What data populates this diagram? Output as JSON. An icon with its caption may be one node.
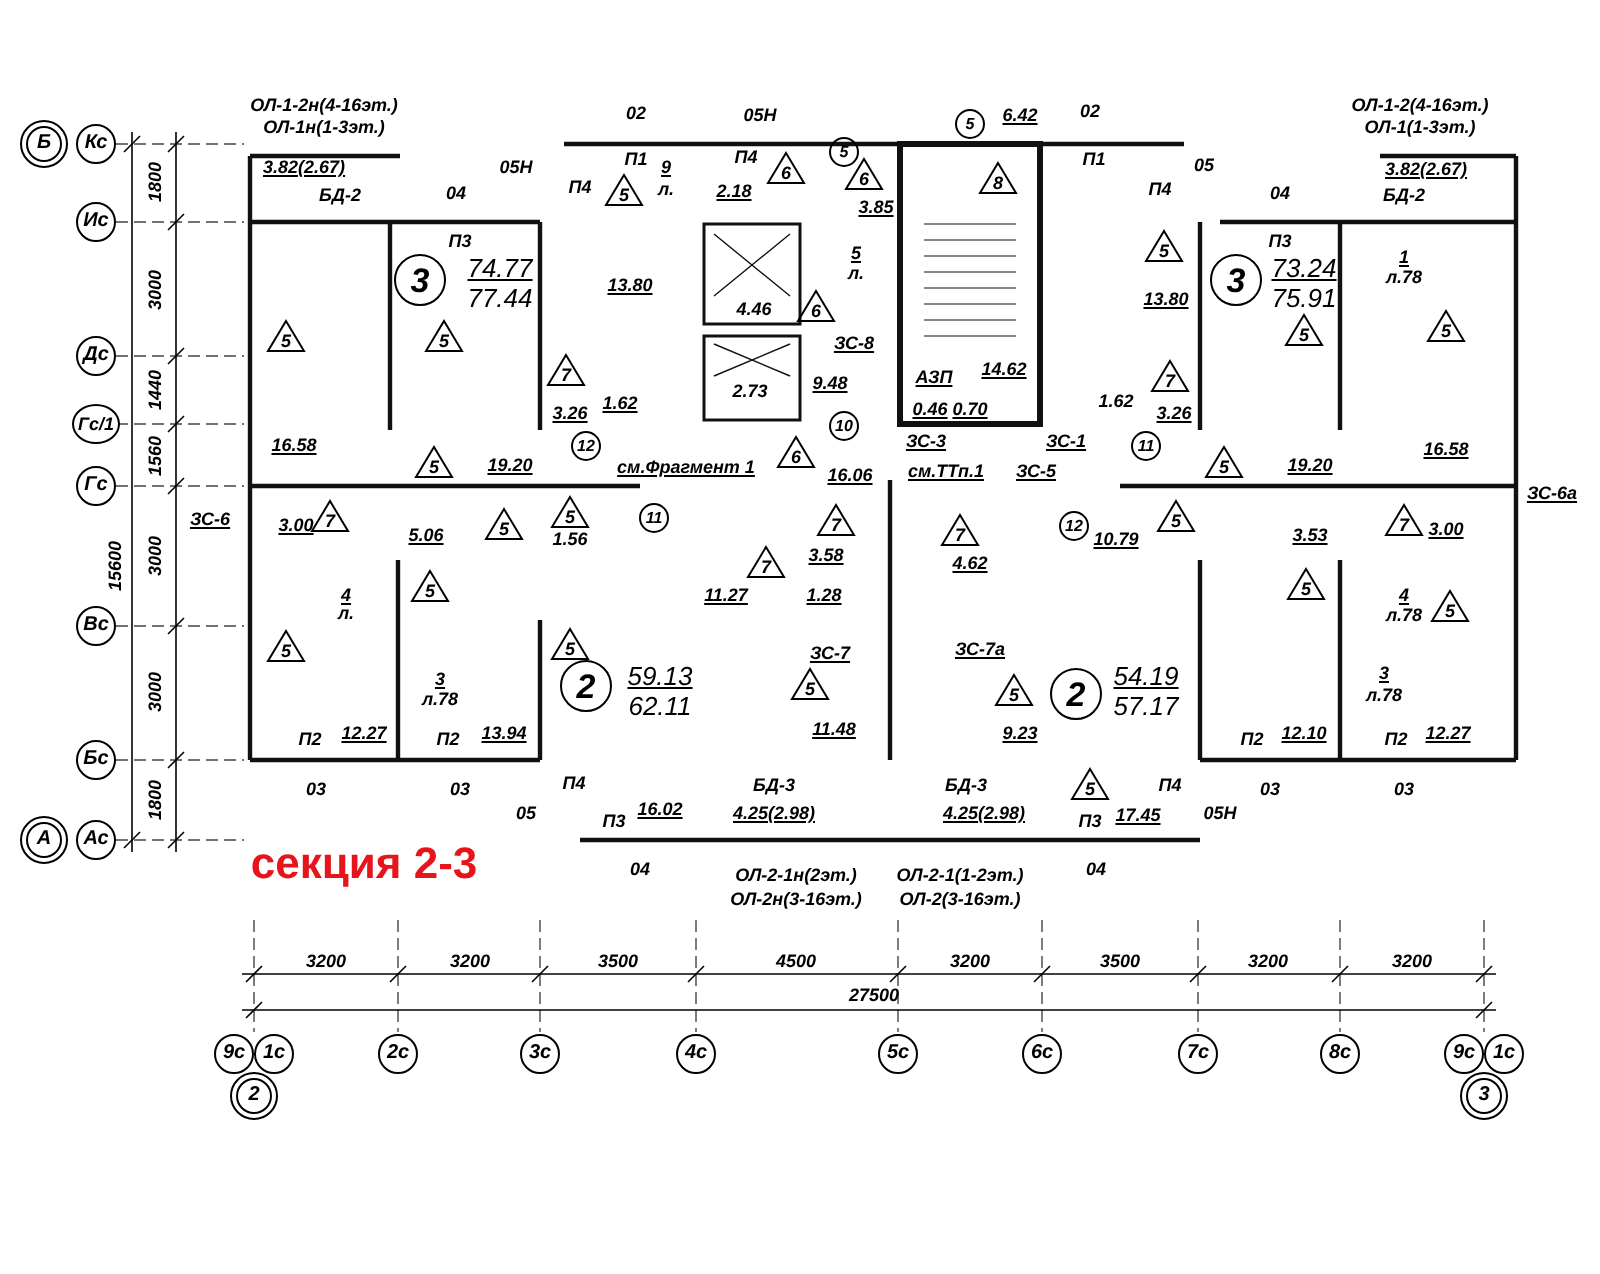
{
  "diagram": {
    "nodes": [
      {
        "text": [
          "Б"
        ]
      },
      {
        "text": [
          "Кс"
        ]
      },
      {
        "text": [
          "Ис"
        ]
      },
      {
        "text": [
          "Дс"
        ]
      },
      {
        "text": [
          "Гс/1"
        ]
      },
      {
        "text": [
          "Гс"
        ]
      },
      {
        "text": [
          "Вс"
        ]
      },
      {
        "text": [
          "Бс"
        ]
      },
      {
        "text": [
          "А"
        ]
      },
      {
        "text": [
          "Ас"
        ]
      },
      {
        "text": [
          "9с"
        ]
      },
      {
        "text": [
          "1с"
        ]
      },
      {
        "text": [
          "2"
        ]
      },
      {
        "text": [
          "2с"
        ]
      },
      {
        "text": [
          "3с"
        ]
      },
      {
        "text": [
          "4с"
        ]
      },
      {
        "text": [
          "5с"
        ]
      },
      {
        "text": [
          "6с"
        ]
      },
      {
        "text": [
          "7с"
        ]
      },
      {
        "text": [
          "8с"
        ]
      },
      {
        "text": [
          "9с"
        ]
      },
      {
        "text": [
          "1с"
        ]
      },
      {
        "text": [
          "3"
        ]
      },
      {
        "text": [
          "3"
        ]
      },
      {
        "text": [
          "3"
        ]
      },
      {
        "text": [
          "2"
        ]
      },
      {
        "text": [
          "2"
        ]
      },
      {
        "text": [
          "5"
        ]
      },
      {
        "text": [
          "5"
        ]
      },
      {
        "text": [
          "12"
        ]
      },
      {
        "text": [
          "10"
        ]
      },
      {
        "text": [
          "11"
        ]
      },
      {
        "text": [
          "11"
        ]
      },
      {
        "text": [
          "12"
        ]
      },
      {
        "text": [
          "5"
        ]
      },
      {
        "text": [
          "6"
        ]
      },
      {
        "text": [
          "6"
        ]
      },
      {
        "text": [
          "8"
        ]
      },
      {
        "text": [
          "5"
        ]
      },
      {
        "text": [
          "6"
        ]
      },
      {
        "text": [
          "5"
        ]
      },
      {
        "text": [
          "5"
        ]
      },
      {
        "text": [
          "5"
        ]
      },
      {
        "text": [
          "5"
        ]
      },
      {
        "text": [
          "7"
        ]
      },
      {
        "text": [
          "7"
        ]
      },
      {
        "text": [
          "6"
        ]
      },
      {
        "text": [
          "5"
        ]
      },
      {
        "text": [
          "5"
        ]
      },
      {
        "text": [
          "7"
        ]
      },
      {
        "text": [
          "5"
        ]
      },
      {
        "text": [
          "5"
        ]
      },
      {
        "text": [
          "7"
        ]
      },
      {
        "text": [
          "7"
        ]
      },
      {
        "text": [
          "5"
        ]
      },
      {
        "text": [
          "7"
        ]
      },
      {
        "text": [
          "7"
        ]
      },
      {
        "text": [
          "5"
        ]
      },
      {
        "text": [
          "5"
        ]
      },
      {
        "text": [
          "5"
        ]
      },
      {
        "text": [
          "5"
        ]
      },
      {
        "text": [
          "5"
        ]
      },
      {
        "text": [
          "5"
        ]
      },
      {
        "text": [
          "5"
        ]
      },
      {
        "text": [
          "5"
        ]
      }
    ],
    "labels": [
      "ОЛ-1-2н(4-16эт.)",
      "ОЛ-1н(1-3эт.)",
      "02",
      "05Н",
      "6.42",
      "02",
      "ОЛ-1-2(4-16эт.)",
      "ОЛ-1(1-3эт.)",
      "3.82(2.67)",
      "05Н",
      "П1",
      "9",
      "П4",
      "П1",
      "05",
      "3.82(2.67)",
      "БД-2",
      "04",
      "П4",
      "л.",
      "2.18",
      "П4",
      "04",
      "БД-2",
      "3.85",
      "П3",
      "П3",
      "5",
      "1",
      "74.77",
      "73.24",
      "л.",
      "л.78",
      "13.80",
      "77.44",
      "75.91",
      "13.80",
      "4.46",
      "ЗС-8",
      "14.62",
      "9.48",
      "АЗП",
      "2.73",
      "3.26",
      "1.62",
      "0.46",
      "0.70",
      "1.62",
      "3.26",
      "16.58",
      "ЗС-3",
      "ЗС-1",
      "16.58",
      "19.20",
      "см.Фрагмент 1",
      "16.06",
      "см.ТТп.1",
      "ЗС-5",
      "19.20",
      "ЗС-6а",
      "ЗС-6",
      "3.00",
      "5.06",
      "1.56",
      "10.79",
      "3.53",
      "3.00",
      "3.58",
      "4.62",
      "4",
      "11.27",
      "1.28",
      "4",
      "л.",
      "л.78",
      "ЗС-7",
      "ЗС-7а",
      "3",
      "59.13",
      "54.19",
      "3",
      "л.78",
      "л.78",
      "62.11",
      "57.17",
      "П2",
      "12.27",
      "П2",
      "13.94",
      "11.48",
      "9.23",
      "П2",
      "12.10",
      "П2",
      "12.27",
      "03",
      "03",
      "П4",
      "БД-3",
      "БД-3",
      "П4",
      "03",
      "03",
      "05",
      "П3",
      "16.02",
      "4.25(2.98)",
      "4.25(2.98)",
      "П3",
      "17.45",
      "05Н",
      "секция 2-3",
      "04",
      "ОЛ-2-1н(2эт.)",
      "ОЛ-2-1(1-2эт.)",
      "04",
      "ОЛ-2н(3-16эт.)",
      "ОЛ-2(3-16эт.)",
      "1800",
      "3000",
      "1440",
      "1560",
      "15600",
      "3000",
      "3000",
      "1800",
      "3200",
      "3200",
      "3500",
      "4500",
      "3200",
      "3500",
      "3200",
      "3200",
      "27500"
    ]
  }
}
